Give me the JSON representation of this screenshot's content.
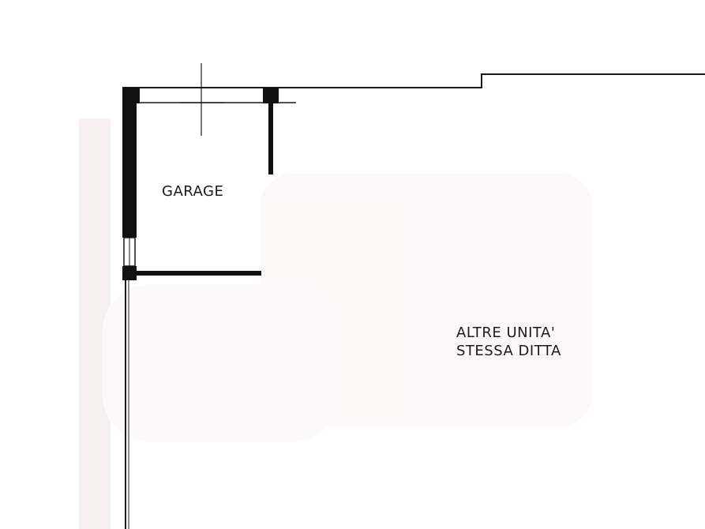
{
  "rooms": {
    "garage": {
      "label": "GARAGE"
    },
    "other_units": {
      "line1": "ALTRE  UNITA'",
      "line2": "STESSA DITTA"
    }
  },
  "colors": {
    "wall": "#111111",
    "line": "#1a1a1a",
    "watermark": "#f6e9ea"
  }
}
